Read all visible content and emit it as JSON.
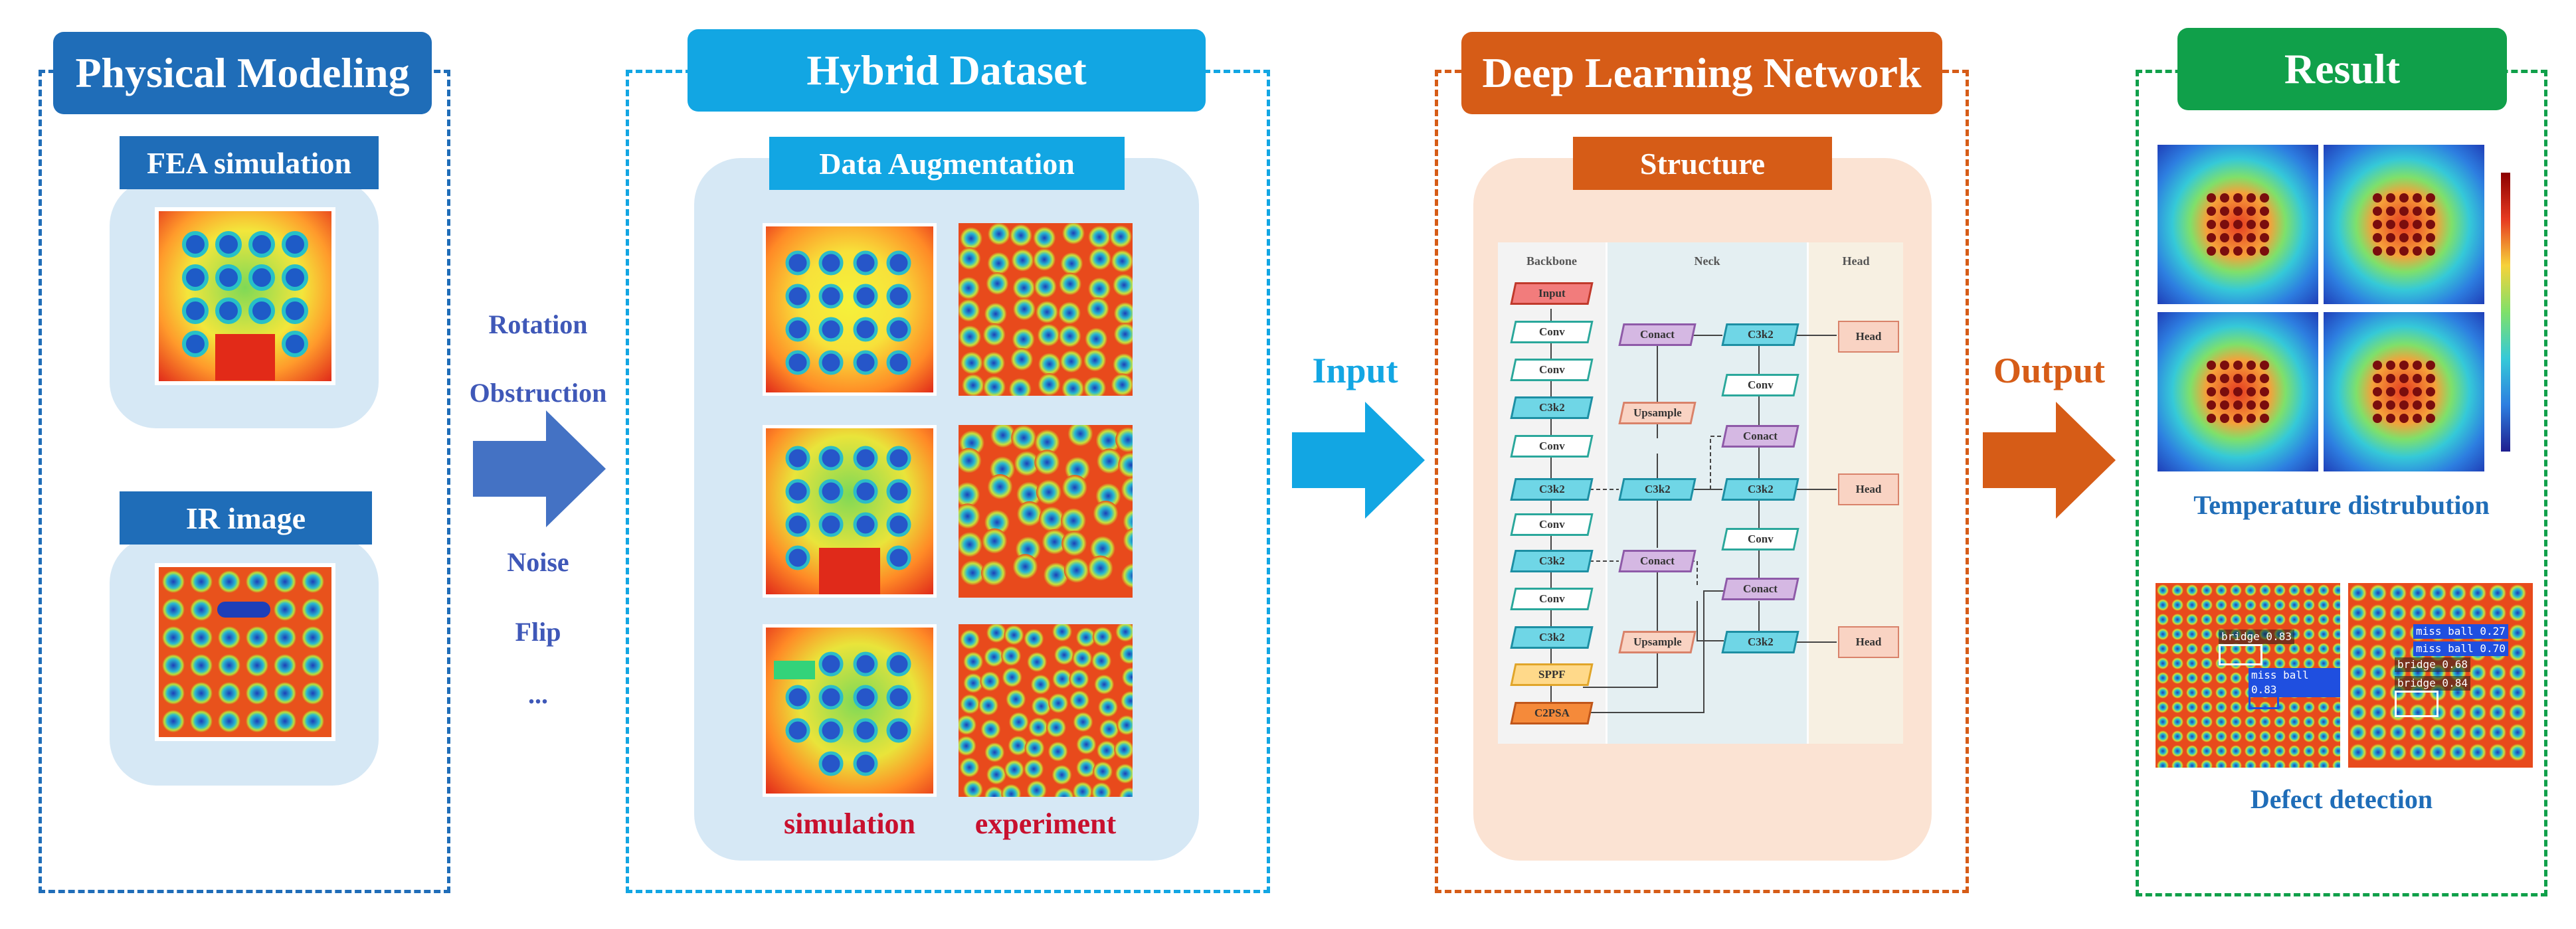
{
  "panels": {
    "physical": {
      "title": "Physical Modeling",
      "fea_label": "FEA simulation",
      "ir_label": "IR image"
    },
    "dataset": {
      "title": "Hybrid Dataset",
      "aug_label": "Data Augmentation",
      "sim_caption": "simulation",
      "exp_caption": "experiment"
    },
    "network": {
      "title": "Deep Learning Network",
      "structure_label": "Structure",
      "columns": {
        "backbone": "Backbone",
        "neck": "Neck",
        "head": "Head"
      },
      "backbone_blocks": [
        "Input",
        "Conv",
        "Conv",
        "C3k2",
        "Conv",
        "C3k2",
        "Conv",
        "C3k2",
        "Conv",
        "C3k2",
        "SPPF",
        "C2PSA"
      ],
      "neck_left": [
        "Conact",
        "Upsample",
        "C3k2",
        "Conact",
        "Upsample"
      ],
      "neck_right": [
        "C3k2",
        "Conv",
        "Conact",
        "C3k2",
        "Conv",
        "Conact",
        "C3k2"
      ],
      "heads": [
        "Head",
        "Head",
        "Head"
      ]
    },
    "result": {
      "title": "Result",
      "temp_caption": "Temperature distrubution",
      "defect_caption": "Defect detection",
      "detections_left": [
        "bridge 0.83",
        "miss ball 0.83"
      ],
      "detections_right": [
        "miss ball 0.27",
        "miss ball 0.70",
        "bridge 0.68",
        "bridge 0.84"
      ]
    }
  },
  "augmentation_steps": [
    "Rotation",
    "Obstruction",
    "Noise",
    "Flip",
    "..."
  ],
  "arrows": {
    "input": "Input",
    "output": "Output"
  },
  "colors": {
    "physical": "#1f6db8",
    "dataset": "#12a6e3",
    "network": "#d65c17",
    "result": "#10a04a",
    "step_text": "#3f58b8",
    "caption_red": "#c8102e",
    "result_caption": "#1f6db8"
  }
}
